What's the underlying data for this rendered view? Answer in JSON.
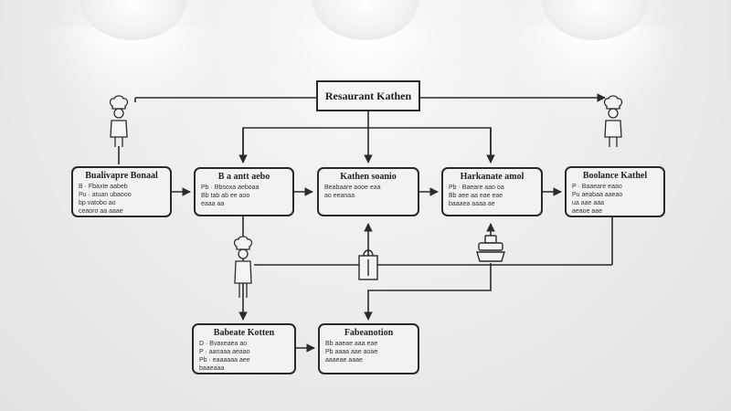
{
  "diagram": {
    "title": "Resaurant Kathen",
    "nodes": [
      {
        "id": "n1",
        "title": "Bualivapre Bonaal",
        "lines": [
          "B · Fbaxte aabeb",
          "Pu · atuan ubaooo",
          "bp vatobo ao",
          "ceaoro aa aaae"
        ]
      },
      {
        "id": "n2",
        "title": "B a antt aebo",
        "lines": [
          "Pb · Bbsoxa aeboaa",
          "Bb tab ab ee aoo",
          "eaaa aa"
        ]
      },
      {
        "id": "n3",
        "title": "Kathen soanio",
        "lines": [
          "Beabaare aooe eaa",
          "ao eeanaa"
        ]
      },
      {
        "id": "n4",
        "title": "Harkanate amol",
        "lines": [
          "Pb · Baeare aao oa",
          "Bb aee aa eae eae",
          "baaaea aaaa ae"
        ]
      },
      {
        "id": "n5",
        "title": "Boolance Kathel",
        "lines": [
          "P · Baaeare eaao",
          "Pu aeabaa aaeao",
          "ua aae aaa",
          "aeaoe aae"
        ]
      },
      {
        "id": "n6",
        "title": "Babeate Kotten",
        "lines": [
          "D · Bvaxeaea ao",
          "P · aanaaa aeaao",
          "Pb · eaaaaaa aee",
          "baaeaaa"
        ]
      },
      {
        "id": "n7",
        "title": "Fabeanotion",
        "lines": [
          "Bb aaeae aaa eae",
          "Pb aaaa aae aoae",
          "aaaeae aaae"
        ]
      }
    ]
  },
  "icons": {
    "lamps": [
      "pendant-lamp",
      "pendant-lamp",
      "pendant-lamp"
    ],
    "chefs": [
      "chef-figure",
      "chef-figure",
      "chef-figure"
    ],
    "equipment": [
      "bag-icon",
      "pot-icon"
    ]
  },
  "colors": {
    "ink": "#2a2a2a",
    "box_fill": "#f2f2f2",
    "wall": "#ececec"
  }
}
